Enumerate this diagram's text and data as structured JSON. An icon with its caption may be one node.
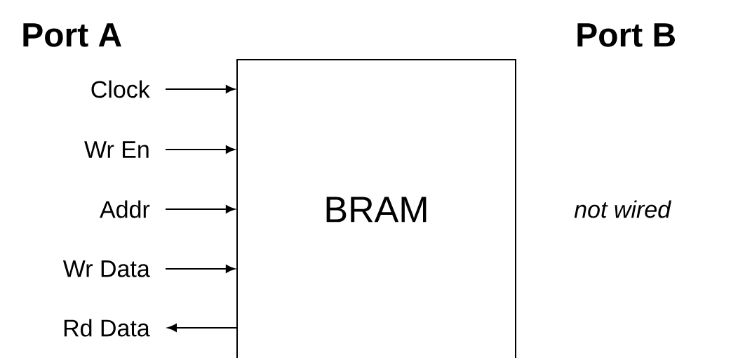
{
  "diagram": {
    "nodes": [
      {
        "text": [
          "BRAM"
        ]
      },
      {
        "text": [
          "Clock"
        ]
      },
      {
        "text": [
          "Wr En"
        ]
      },
      {
        "text": [
          "Addr"
        ]
      },
      {
        "text": [
          "Wr Data"
        ]
      },
      {
        "text": [
          "Rd Data"
        ]
      }
    ],
    "edges": [
      {
        "from": 1,
        "to": 0,
        "arrow": "to"
      },
      {
        "from": 2,
        "to": 0,
        "arrow": "to"
      },
      {
        "from": 3,
        "to": 0,
        "arrow": "to"
      },
      {
        "from": 4,
        "to": 0,
        "arrow": "to"
      },
      {
        "from": 0,
        "to": 5,
        "arrow": "to"
      }
    ],
    "labels": [
      "Port A",
      "Port B",
      "not wired"
    ]
  }
}
